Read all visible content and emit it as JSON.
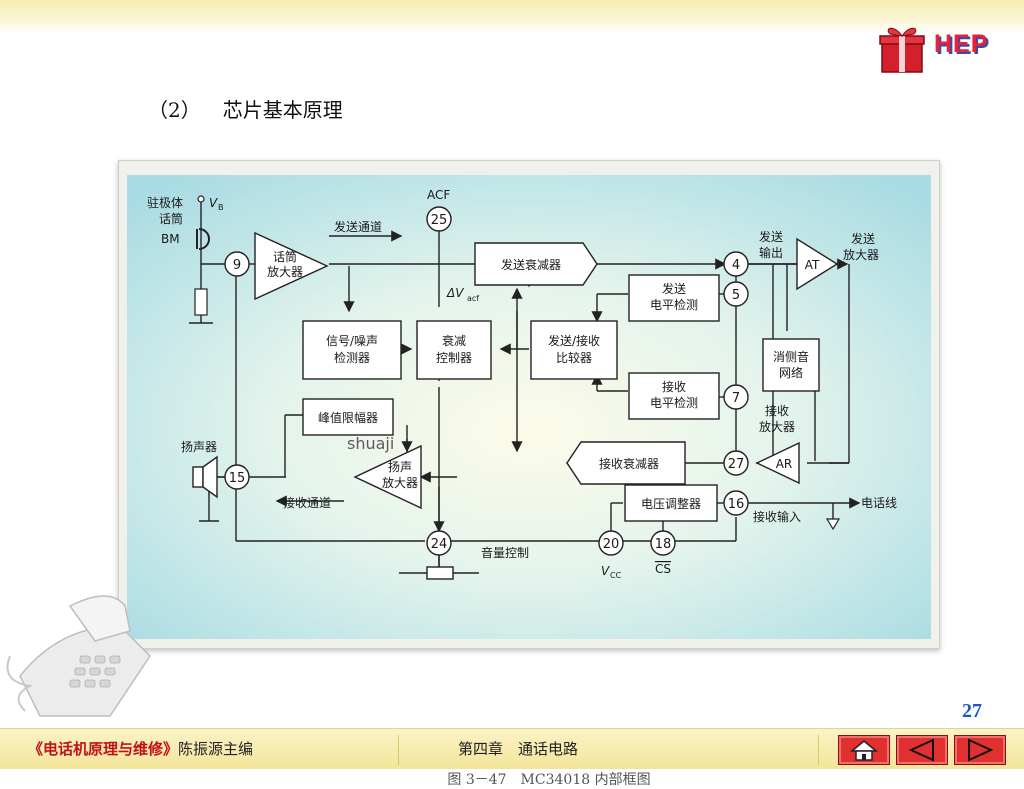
{
  "logo": {
    "text": "HEP"
  },
  "heading": {
    "number": "（2）",
    "title": "芯片基本原理"
  },
  "diagram": {
    "caption": "图 3－47　MC34018 内部框图",
    "watermark": "shuaji",
    "pins": [
      "25",
      "9",
      "4",
      "5",
      "7",
      "27",
      "16",
      "15",
      "24",
      "20",
      "18"
    ],
    "blocks": {
      "mic_amp": [
        "话筒",
        "放大器"
      ],
      "tx_att": "发送衰减器",
      "tx_level": [
        "发送",
        "电平检测"
      ],
      "noise": [
        "信号/噪声",
        "检测器"
      ],
      "att_ctrl": [
        "衰减",
        "控制器"
      ],
      "comparator": [
        "发送/接收",
        "比较器"
      ],
      "sidetone": [
        "消侧音",
        "网络"
      ],
      "rx_level": [
        "接收",
        "电平检测"
      ],
      "limiter": "峰值限幅器",
      "spk_amp": [
        "扬声",
        "放大器"
      ],
      "rx_att": "接收衰减器",
      "regulator": "电压调整器",
      "at": "AT",
      "ar": "AR"
    },
    "labels": {
      "mic": [
        "驻极体",
        "话筒"
      ],
      "vb": "V",
      "vb_sub": "B",
      "bm": "BM",
      "acf": "ACF",
      "tx_path": "发送通道",
      "delta": "ΔV",
      "delta_sub": "acf",
      "tx_out": [
        "发送",
        "输出"
      ],
      "tx_amp": [
        "发送",
        "放大器"
      ],
      "rx_amp": [
        "接收",
        "放大器"
      ],
      "speaker": "扬声器",
      "rx_path": "接收通道",
      "phone_line": "电话线",
      "rx_in": "接收输入",
      "volume": "音量控制",
      "vcc": "V",
      "vcc_sub": "CC",
      "cs": "CS"
    }
  },
  "page_number": "27",
  "footer": {
    "book_title": "《电话机原理与维修》",
    "editor": "陈振源主编",
    "chapter": "第四章　通话电路"
  },
  "icons": [
    "home-icon",
    "prev-arrow-icon",
    "next-arrow-icon"
  ]
}
